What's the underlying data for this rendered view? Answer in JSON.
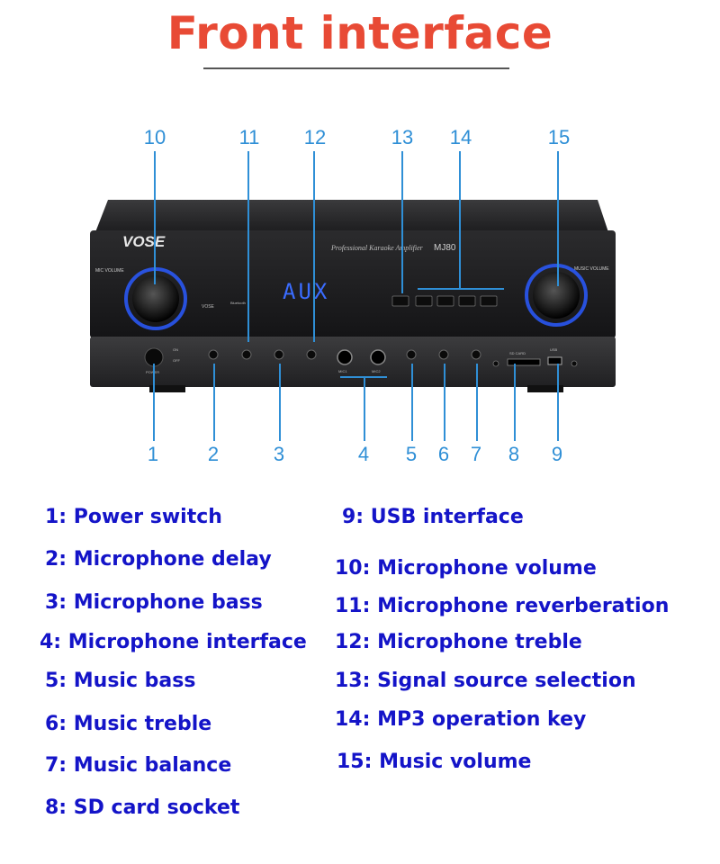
{
  "header": {
    "title": "Front interface"
  },
  "device": {
    "brand": "VOSE",
    "model_text": "Professional  Karaoke  Amplifier",
    "model_code": "MJ80",
    "display": "AUX",
    "mic_volume_label": "MIC VOLUME",
    "music_volume_label": "MUSIC VOLUME",
    "power_label": "POWER",
    "on_label": "ON",
    "off_label": "OFF",
    "bluetooth_label": "Bluetooth",
    "sd_label": "SD CARD",
    "usb_label": "USB",
    "mic1_label": "MIC1",
    "mic2_label": "MIC2"
  },
  "callouts": {
    "n1": "1",
    "n2": "2",
    "n3": "3",
    "n4": "4",
    "n5": "5",
    "n6": "6",
    "n7": "7",
    "n8": "8",
    "n9": "9",
    "n10": "10",
    "n11": "11",
    "n12": "12",
    "n13": "13",
    "n14": "14",
    "n15": "15"
  },
  "legend": {
    "l1": "1: Power switch",
    "l2": "2: Microphone delay",
    "l3": "3: Microphone bass",
    "l4": "4: Microphone interface",
    "l5": "5: Music bass",
    "l6": "6: Music treble",
    "l7": "7: Music balance",
    "l8": "8: SD card socket",
    "l9": "9: USB interface",
    "l10": "10: Microphone volume",
    "l11": "11: Microphone reverberation",
    "l12": "12: Microphone treble",
    "l13": "13: Signal source selection",
    "l14": "14: MP3 operation key",
    "l15": "15: Music volume"
  }
}
